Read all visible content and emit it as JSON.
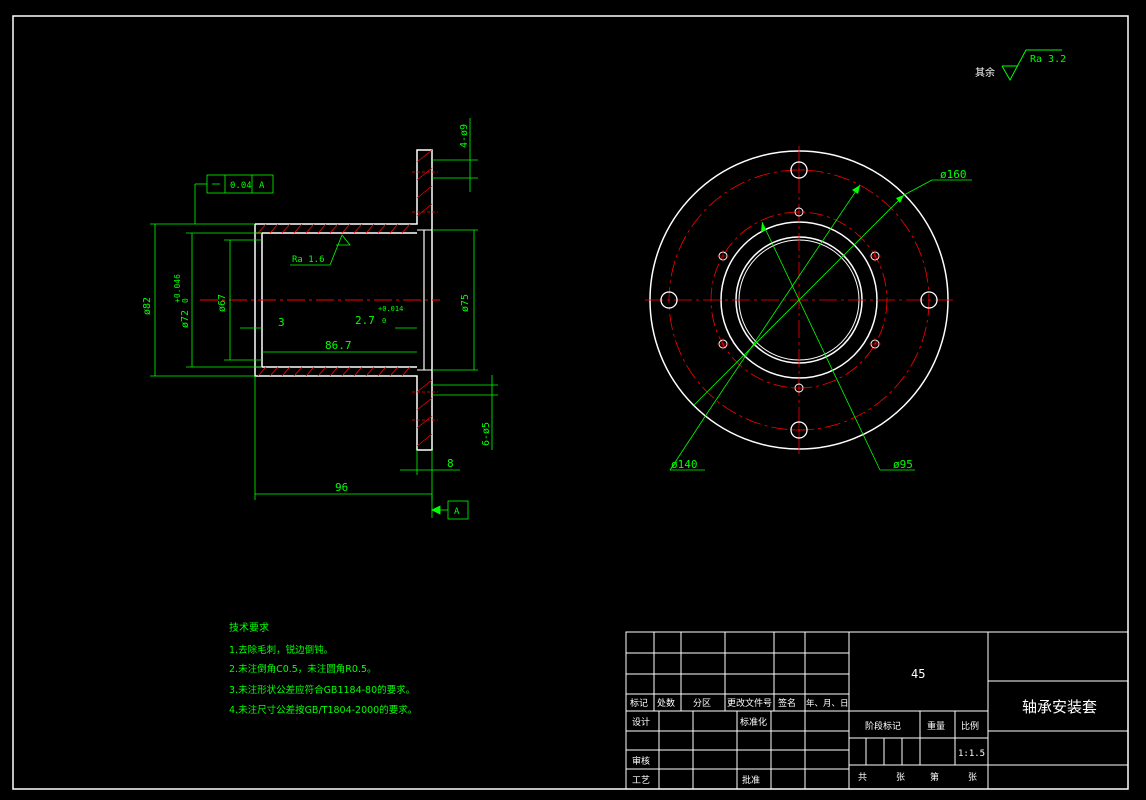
{
  "roughness_note": {
    "label": "其余",
    "value": "Ra 3.2"
  },
  "side_view": {
    "flatness": {
      "tolerance": "0.04",
      "datum": "A"
    },
    "ra_bore": "Ra 1.6",
    "dims": {
      "d82": "ø82",
      "d72": "ø72",
      "d72_tol_upper": "+0.046",
      "d72_tol_lower": "0",
      "d67": "ø67",
      "d75": "ø75",
      "len3": "3",
      "len27": "2.7",
      "len27_tol_upper": "+0.014",
      "len27_tol_lower": "0",
      "len867": "86.7",
      "len96": "96",
      "len8": "8",
      "holes4": "4-ø9",
      "holes6": "6-ø5"
    },
    "datum_label": "A"
  },
  "front_view": {
    "d160": "ø160",
    "d140": "ø140",
    "d95": "ø95"
  },
  "tech": {
    "title": "技术要求",
    "items": [
      "1.去除毛刺，锐边倒钝。",
      "2.未注倒角C0.5，未注圆角R0.5。",
      "3.未注形状公差应符合GB1184-80的要求。",
      "4.未注尺寸公差按GB/T1804-2000的要求。"
    ]
  },
  "titleblock": {
    "material": "45",
    "part_name": "轴承安装套",
    "hdr": [
      "标记",
      "处数",
      "分区",
      "更改文件号",
      "签名",
      "年、月、日"
    ],
    "design": "设计",
    "standard": "标准化",
    "review": "审核",
    "process": "工艺",
    "approve": "批准",
    "stage": "阶段标记",
    "weight": "重量",
    "scale_label": "比例",
    "scale": "1:1.5",
    "total": "共",
    "sheets": "张",
    "page": "第",
    "sheet2": "张"
  },
  "colors": {
    "outline": "#ffffff",
    "dimension": "#00ff00",
    "centerline": "#ff0000",
    "hidden": "#00ffff"
  }
}
